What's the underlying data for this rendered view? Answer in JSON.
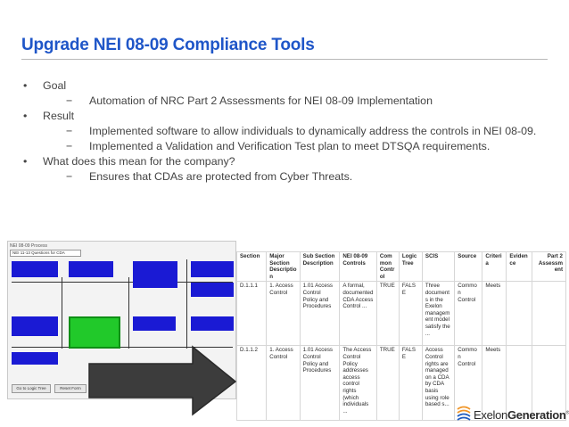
{
  "title": "Upgrade NEI 08-09 Compliance Tools",
  "bullets": [
    {
      "level": 1,
      "text": "Goal"
    },
    {
      "level": 2,
      "text": "Automation of NRC Part 2 Assessments for NEI 08-09 Implementation"
    },
    {
      "level": 1,
      "text": "Result"
    },
    {
      "level": 2,
      "text": "Implemented software to allow individuals to dynamically address the controls in NEI 08-09."
    },
    {
      "level": 2,
      "text": "Implemented a Validation and Verification Test plan to meet DTSQA requirements."
    },
    {
      "level": 1,
      "text": "What does this mean for the company?"
    },
    {
      "level": 2,
      "text": "Ensures that CDAs are protected from Cyber Threats."
    }
  ],
  "dash": "−",
  "workflow": {
    "header": "NEI 08-09 Process",
    "selector": "NEI 11-13 Questions for CDA",
    "button_left": "Go to Logic Tree",
    "button_right": "Reset Form"
  },
  "table": {
    "headers": [
      "Section",
      "Major Section Description",
      "Sub Section Description",
      "NEI 08-09 Controls",
      "Common Control",
      "Logic Tree",
      "SCIS",
      "Source",
      "Criteria",
      "Evidence",
      "Part 2 Assessment"
    ],
    "rows": [
      [
        "D.1.1.1",
        "1. Access Control",
        "1.01 Access Control Policy and Procedures",
        "A formal, documented CDA Access Control ...",
        "TRUE",
        "FALSE",
        "Three document s in the Exelon managem ent model satisfy the ...",
        "Common Control",
        "Meets",
        "",
        ""
      ],
      [
        "D.1.1.2",
        "1. Access Control",
        "1.01 Access Control Policy and Procedures",
        "The Access Control Policy addresses access control rights (which individuals ...",
        "TRUE",
        "FALSE",
        "Access Control rights are managed on a CDA by CDA basis using role based s...",
        "Common Control",
        "Meets",
        "",
        ""
      ]
    ]
  },
  "logo": {
    "part1": "Exelon",
    "part2": "Generation",
    "mark": "®",
    "colors": {
      "orange": "#f0962a",
      "blue": "#1d5bbf"
    }
  }
}
